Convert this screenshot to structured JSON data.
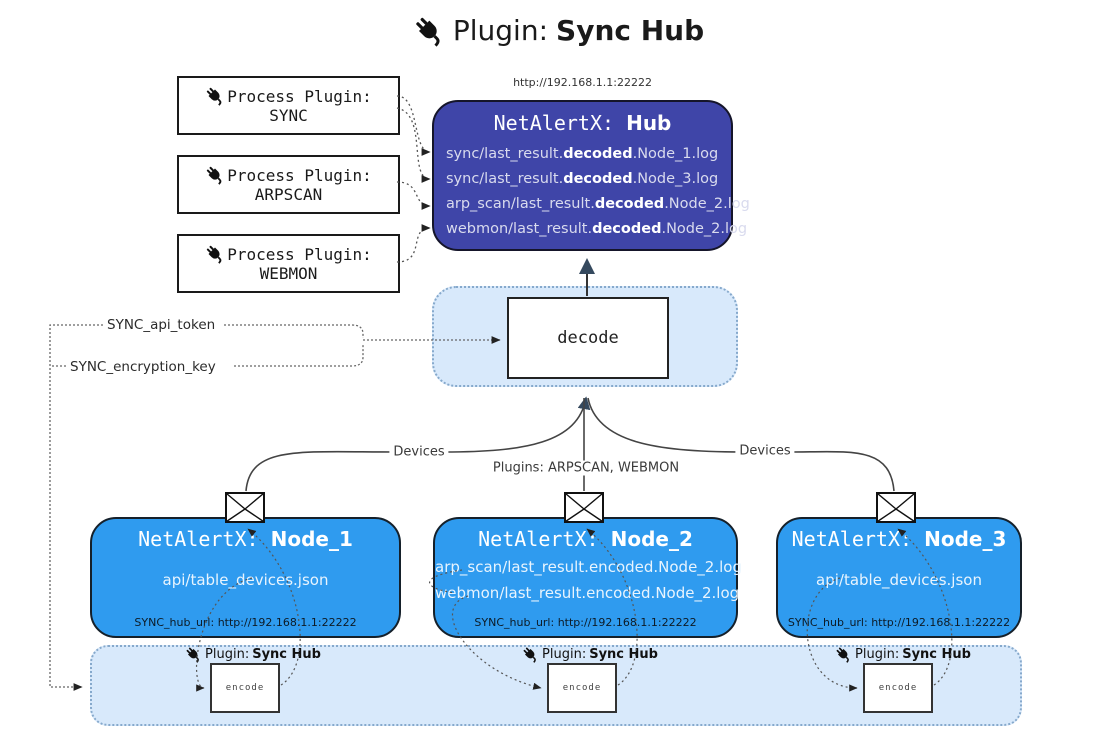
{
  "title": {
    "icon": "plug-icon",
    "prefix": "Plugin:",
    "name": "Sync Hub"
  },
  "process_plugins": [
    {
      "label": "Process Plugin:",
      "name": "SYNC"
    },
    {
      "label": "Process Plugin:",
      "name": "ARPSCAN"
    },
    {
      "label": "Process Plugin:",
      "name": "WEBMON"
    }
  ],
  "hub": {
    "url": "http://192.168.1.1:22222",
    "title_prefix": "NetAlertX:",
    "title_name": "Hub",
    "logs": [
      {
        "pre": "sync/last_result.",
        "bold": "decoded",
        "post": ".Node_1.log"
      },
      {
        "pre": "sync/last_result.",
        "bold": "decoded",
        "post": ".Node_3.log"
      },
      {
        "pre": "arp_scan/last_result.",
        "bold": "decoded",
        "post": ".Node_2.log"
      },
      {
        "pre": "webmon/last_result.",
        "bold": "decoded",
        "post": ".Node_2.log"
      }
    ]
  },
  "decode_section": {
    "decode_label": "decode",
    "api_token_label": "SYNC_api_token",
    "encryption_key_label": "SYNC_encryption_key"
  },
  "edge_labels": {
    "devices_left": "Devices",
    "plugins_middle": "Plugins: ARPSCAN, WEBMON",
    "devices_right": "Devices"
  },
  "nodes": [
    {
      "title_prefix": "NetAlertX:",
      "title_name": "Node_1",
      "files": [
        "api/table_devices.json"
      ],
      "hub_url": "SYNC_hub_url: http://192.168.1.1:22222"
    },
    {
      "title_prefix": "NetAlertX:",
      "title_name": "Node_2",
      "files": [
        "arp_scan/last_result.encoded.Node_2.log",
        "webmon/last_result.encoded.Node_2.log"
      ],
      "hub_url": "SYNC_hub_url: http://192.168.1.1:22222"
    },
    {
      "title_prefix": "NetAlertX:",
      "title_name": "Node_3",
      "files": [
        "api/table_devices.json"
      ],
      "hub_url": "SYNC_hub_url: http://192.168.1.1:22222"
    }
  ],
  "encode_band": {
    "plugin_prefix": "Plugin:",
    "plugin_name": "Sync Hub",
    "encode_label": "encode"
  },
  "colors": {
    "hub_bg": "#3f45a8",
    "node_bg": "#2f9bef",
    "light_band_bg": "#d8e9fb",
    "band_border": "#86a9cc"
  }
}
